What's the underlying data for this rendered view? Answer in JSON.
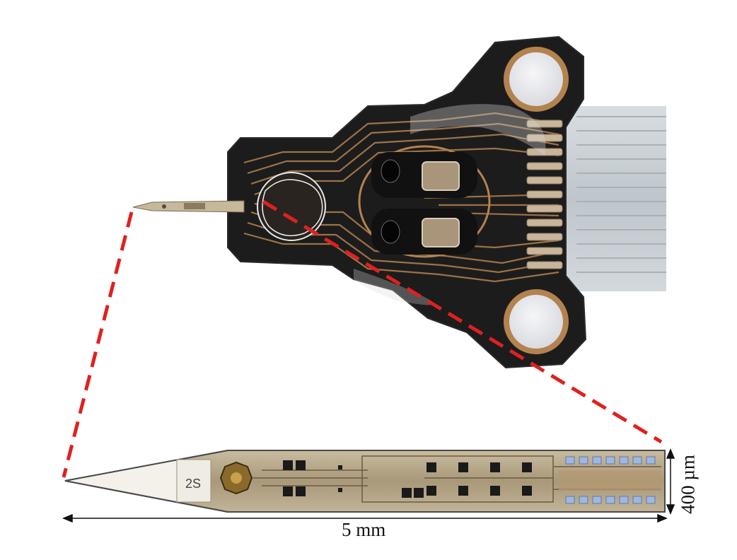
{
  "figure": {
    "scale_width_label": "5 mm",
    "scale_height_label": "400 µm",
    "colors": {
      "board": "#1c1c1c",
      "copper": "#b3824e",
      "flex_cable": "#c9cfd3",
      "zoom_lines": "#e02020",
      "chip_body": "#b3a48a"
    },
    "chip_label_text": "2S"
  }
}
